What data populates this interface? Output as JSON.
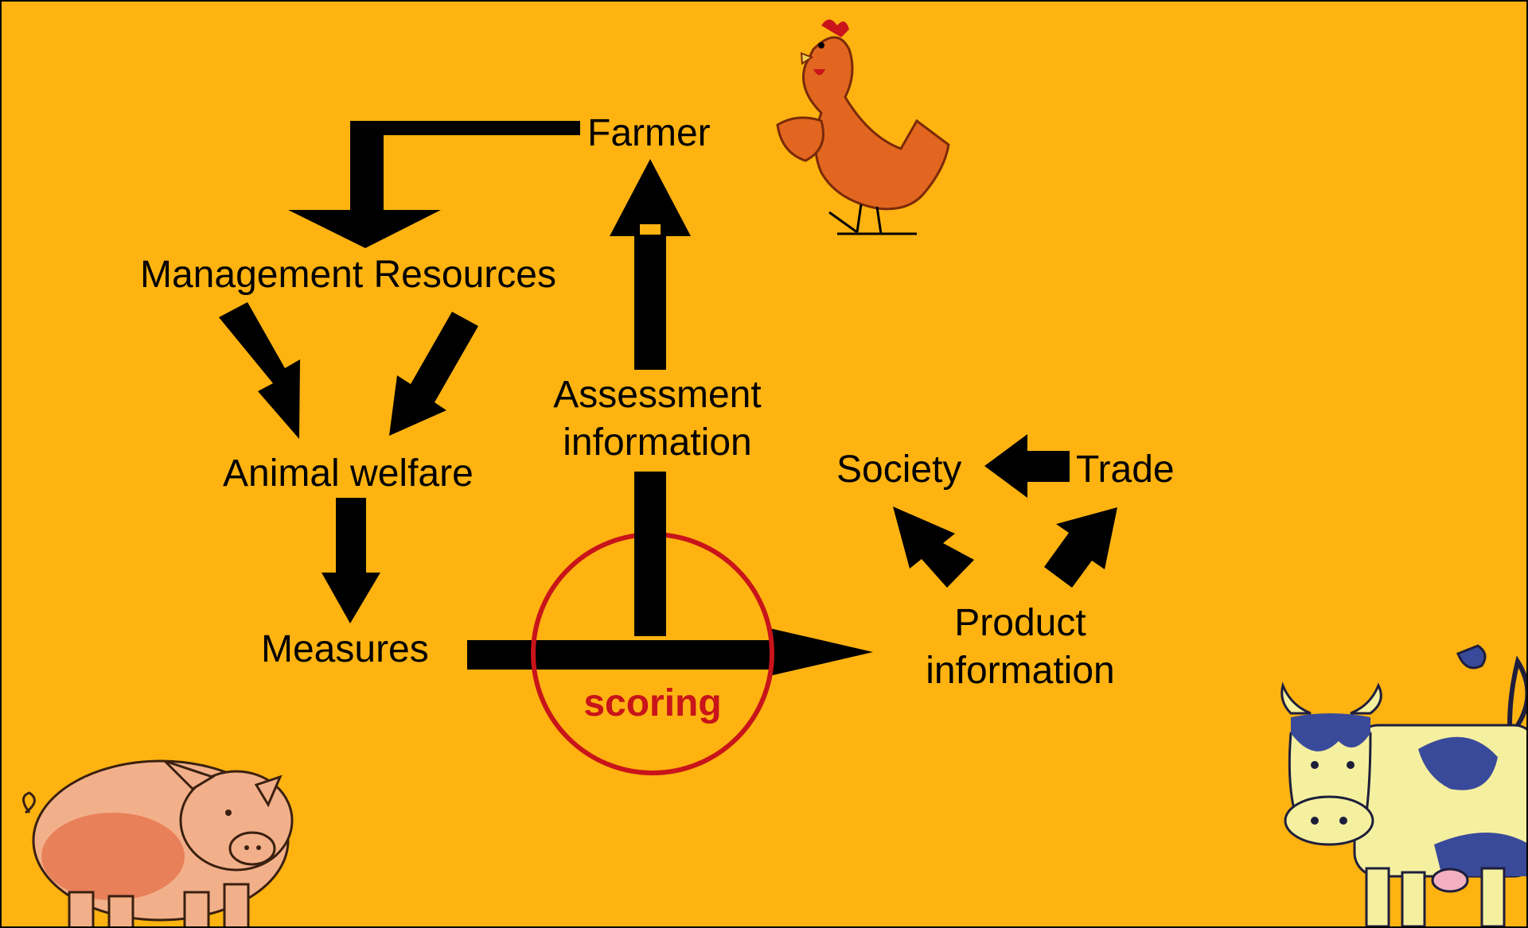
{
  "colors": {
    "background": "#FFB311",
    "arrow": "#000000",
    "scoring": "#C8141A",
    "text": "#000000"
  },
  "nodes": {
    "farmer": "Farmer",
    "management_resources": "Management Resources",
    "animal_welfare": "Animal welfare",
    "measures": "Measures",
    "assessment_line1": "Assessment",
    "assessment_line2": "information",
    "society": "Society",
    "trade": "Trade",
    "product_line1": "Product",
    "product_line2": "information",
    "scoring": "scoring"
  },
  "icons": [
    "chicken-icon",
    "pig-icon",
    "cow-icon"
  ]
}
